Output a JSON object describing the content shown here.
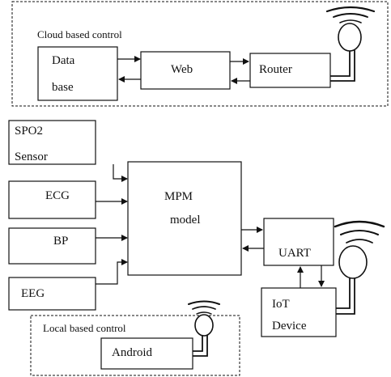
{
  "groups": {
    "cloud": "Cloud based control",
    "local": "Local based control"
  },
  "blocks": {
    "database_line1": "Data",
    "database_line2": "base",
    "web": "Web",
    "router": "Router",
    "spo2_line1": "SPO2",
    "spo2_line2": "Sensor",
    "ecg": "ECG",
    "bp": "BP",
    "eeg": "EEG",
    "mpm_line1": "MPM",
    "mpm_line2": "model",
    "uart": "UART",
    "iot_line1": "IoT",
    "iot_line2": "Device",
    "android": "Android"
  },
  "icons": [
    "antenna-icon",
    "wireless-waves-icon"
  ]
}
